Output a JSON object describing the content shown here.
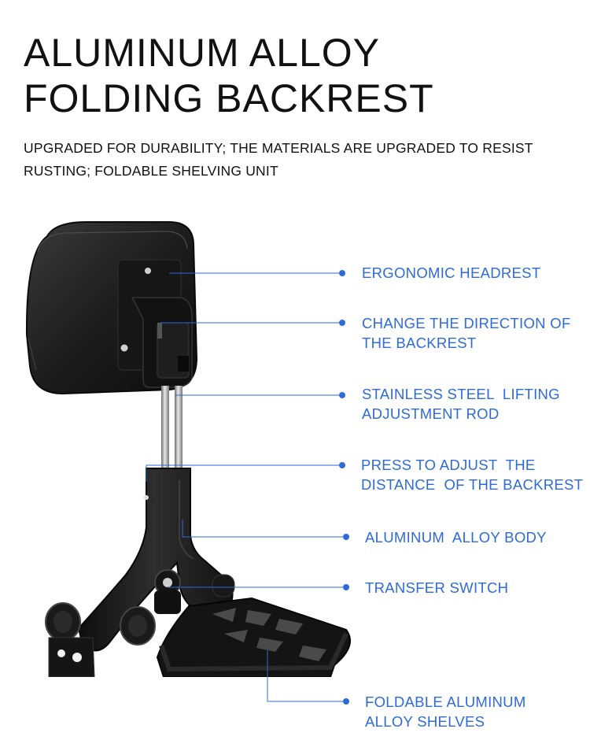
{
  "title": {
    "line1": "ALUMINUM ALLOY",
    "line2": "FOLDING BACKREST"
  },
  "subtitle": {
    "line1": "UPGRADED FOR DURABILITY; THE MATERIALS ARE UPGRADED TO RESIST",
    "line2": "RUSTING;  FOLDABLE SHELVING UNIT"
  },
  "callouts": [
    {
      "lines": [
        "ERGONOMIC HEADREST"
      ]
    },
    {
      "lines": [
        "CHANGE THE DIRECTION OF",
        "THE BACKREST"
      ]
    },
    {
      "lines": [
        "STAINLESS STEEL  LIFTING",
        "ADJUSTMENT ROD"
      ]
    },
    {
      "lines": [
        "PRESS TO ADJUST  THE",
        "DISTANCE  OF THE BACKREST"
      ]
    },
    {
      "lines": [
        "ALUMINUM  ALLOY BODY"
      ]
    },
    {
      "lines": [
        "TRANSFER SWITCH"
      ]
    },
    {
      "lines": [
        "FOLDABLE ALUMINUM",
        "ALLOY SHELVES"
      ]
    }
  ],
  "colors": {
    "accent": "#2f6bd8",
    "text": "#111111",
    "product": "#1a1a1a"
  }
}
